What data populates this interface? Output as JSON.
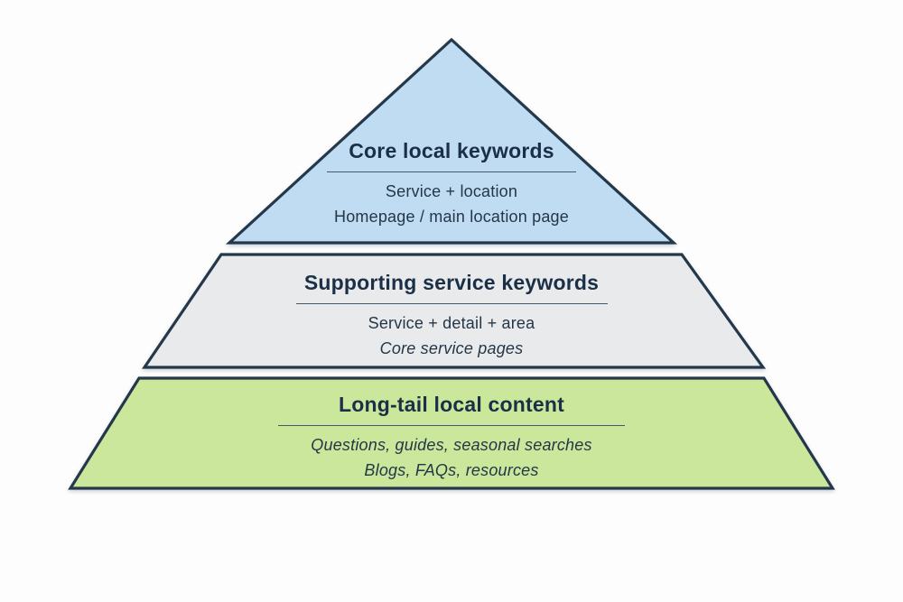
{
  "diagram": {
    "type": "pyramid",
    "tiers": [
      {
        "level": 1,
        "heading": "Core local keywords",
        "line1": "Service + location",
        "line2": "Homepage / main location page"
      },
      {
        "level": 2,
        "heading": "Supporting service keywords",
        "line1": "Service + detail + area",
        "line2": "Core service pages"
      },
      {
        "level": 3,
        "heading": "Long-tail local content",
        "line1": "Questions, guides, seasonal searches",
        "line2": "Blogs, FAQs, resources"
      }
    ]
  },
  "colors": {
    "background": "#fdfdfd",
    "border": "#24384c",
    "heading_text": "#1b2f47",
    "body_text": "#243748",
    "divider": "#46586c",
    "tier_top_fill": "#bfdcf2",
    "tier_middle_fill": "#e9eaec",
    "tier_bottom_fill": "#cbe79c"
  }
}
